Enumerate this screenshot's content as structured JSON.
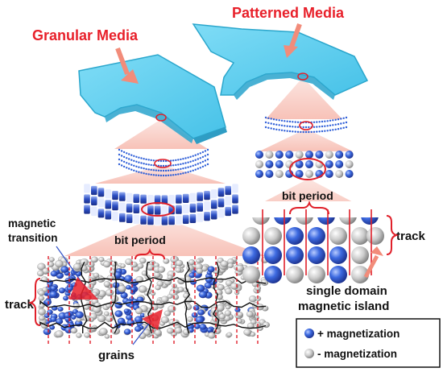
{
  "titles": {
    "granular": "Granular Media",
    "patterned": "Patterned Media"
  },
  "labels": {
    "magnetic_transition": [
      "magnetic",
      "transition"
    ],
    "bit_period_left": "bit period",
    "bit_period_right": "bit period",
    "track_left": "track",
    "track_right": "track",
    "grains": "grains",
    "single_domain": [
      "single domain",
      "magnetic island"
    ]
  },
  "legend": {
    "plus": "+ magnetization",
    "minus": "- magnetization"
  },
  "colors": {
    "title_red": "#e8202a",
    "disk_fill": "#5fd0f0",
    "disk_edge": "#2aa6cc",
    "plus_blue": "#2f5fd8",
    "minus_gray": "#c0c0c0",
    "zoom_cone": "#f7c6bd",
    "red_line": "#e0202a",
    "arrow": "#f28c7a"
  }
}
